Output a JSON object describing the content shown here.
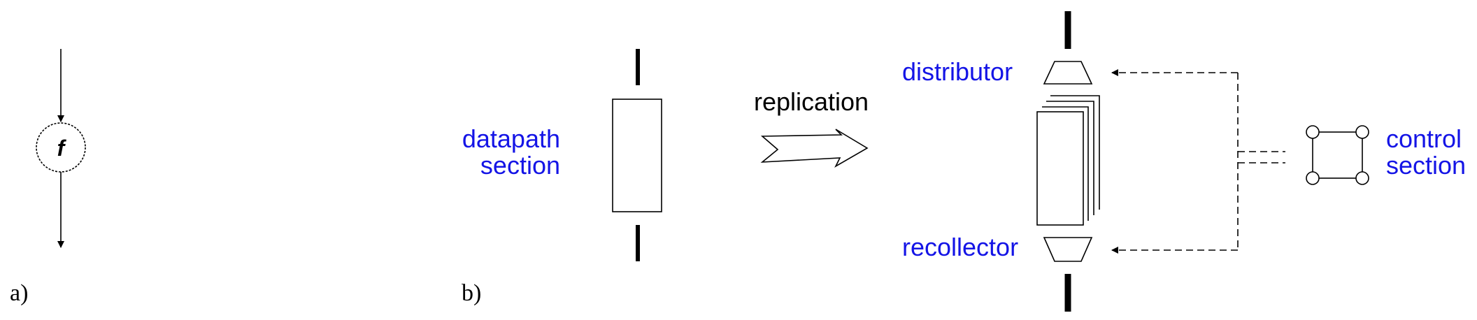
{
  "panel_a": {
    "label": "a)",
    "function_symbol": "f"
  },
  "panel_b": {
    "label": "b)",
    "datapath_label": [
      "datapath",
      "section"
    ],
    "replication_label": "replication",
    "distributor_label": "distributor",
    "recollector_label": "recollector",
    "control_label": [
      "control",
      "section"
    ]
  },
  "colors": {
    "label_blue": "#1414e6",
    "line": "#000000"
  }
}
